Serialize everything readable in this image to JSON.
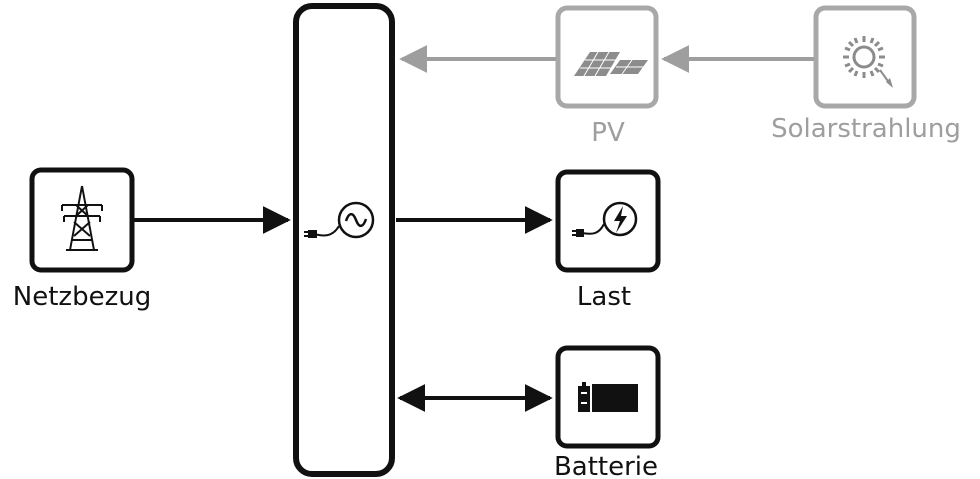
{
  "nodes": {
    "grid": {
      "label": "Netzbezug",
      "icon": "power-pylon-icon"
    },
    "load": {
      "label": "Last",
      "icon": "plug-lightning-icon"
    },
    "battery": {
      "label": "Batterie",
      "icon": "battery-icon"
    },
    "pv": {
      "label": "PV",
      "icon": "solar-panel-icon"
    },
    "solar": {
      "label": "Solarstrahlung",
      "icon": "sun-icon"
    },
    "converter": {
      "icon": "plug-ac-icon"
    }
  },
  "colors": {
    "active": "#111111",
    "inactive": "#9e9e9e",
    "background": "#ffffff"
  }
}
